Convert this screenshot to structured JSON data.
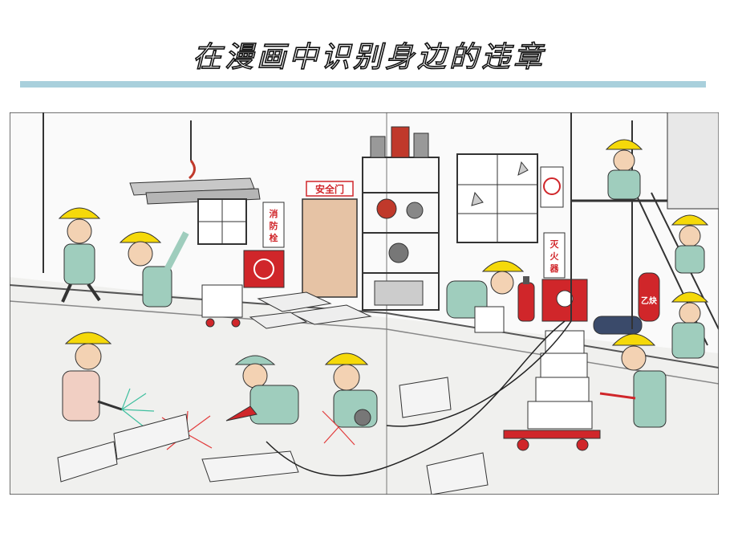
{
  "slide": {
    "title": "在漫画中识别身边的违章"
  },
  "illustration": {
    "signs": {
      "safety_door": "安全门",
      "hydrant": "消防栓",
      "extinguisher": "灭火器",
      "acetylene": "乙炔"
    },
    "colors": {
      "rule": "#a9d0dc",
      "helmet": "#f5d90a",
      "uniform": "#9fcdbd",
      "sign_red": "#d0262a",
      "spark_red": "#e23b3b",
      "spark_green": "#3fbf9f"
    }
  }
}
